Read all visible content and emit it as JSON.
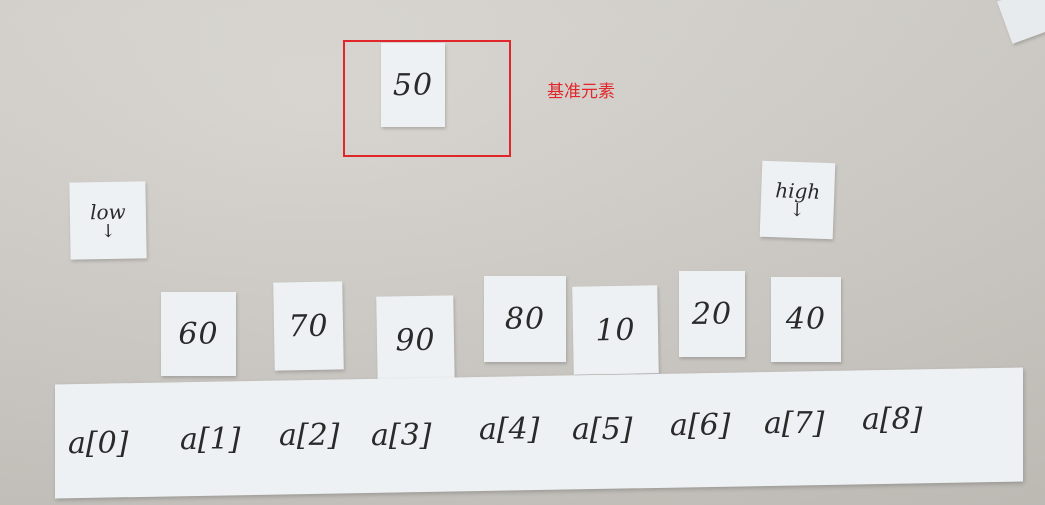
{
  "pivot": {
    "value": "50",
    "caption": "基准元素"
  },
  "pointers": {
    "low": {
      "label": "low",
      "arrow": "↓"
    },
    "high": {
      "label": "high",
      "arrow": "↓"
    }
  },
  "values": [
    "60",
    "70",
    "90",
    "80",
    "10",
    "20",
    "40"
  ],
  "indices": [
    "a[0]",
    "a[1]",
    "a[2]",
    "a[3]",
    "a[4]",
    "a[5]",
    "a[6]",
    "a[7]",
    "a[8]"
  ],
  "colors": {
    "highlight": "#e0262a",
    "paper": "#eef1f4"
  }
}
